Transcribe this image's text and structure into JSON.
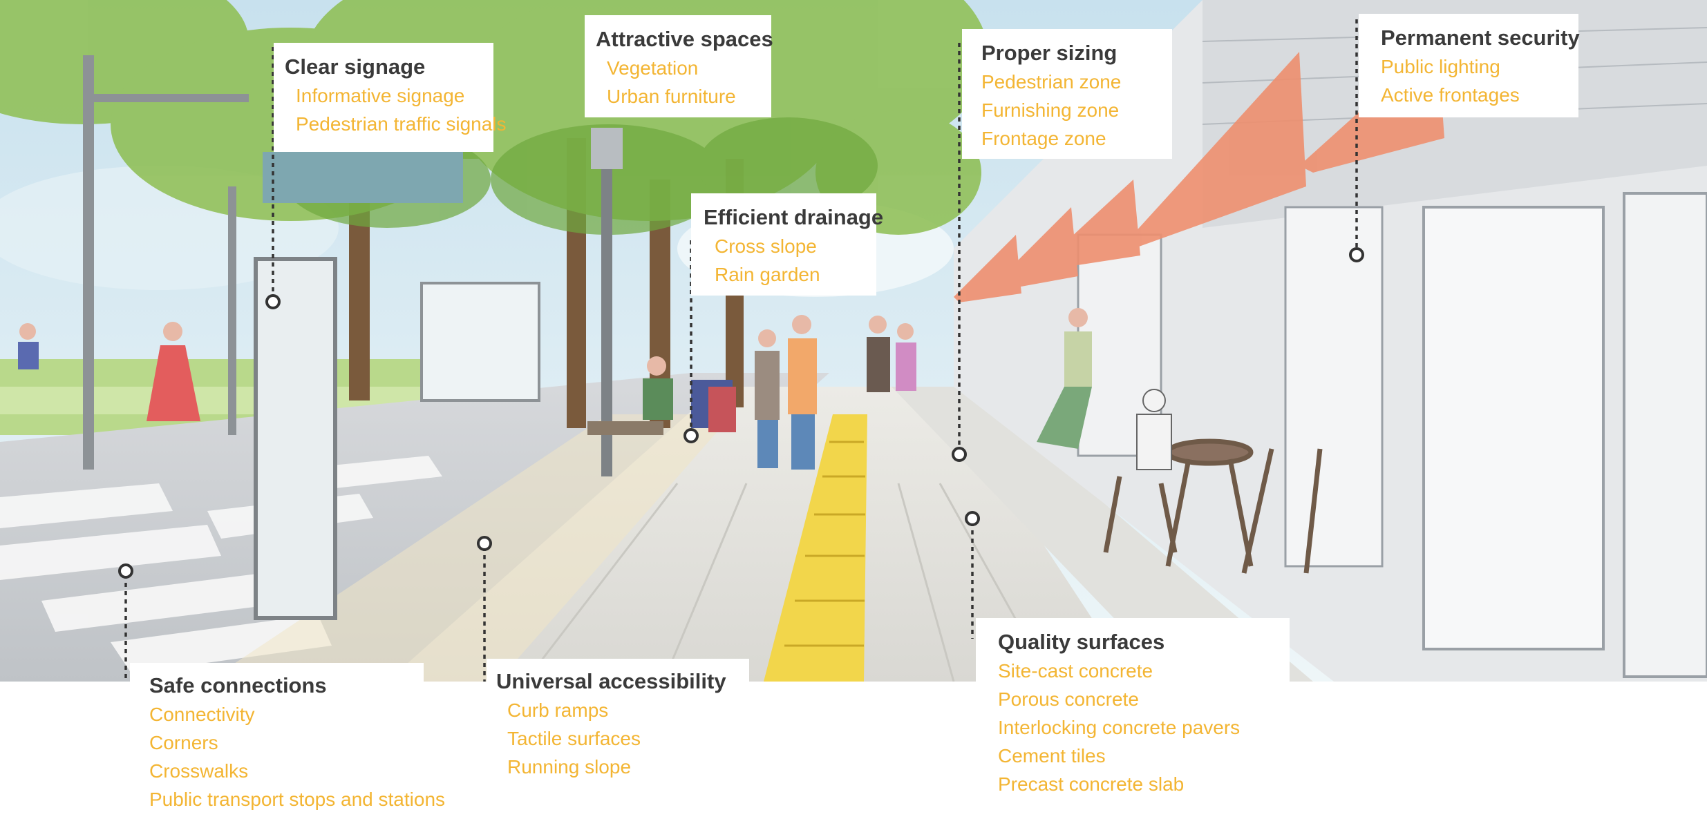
{
  "callouts": [
    {
      "id": "clear-signage",
      "title": "Clear signage",
      "items": [
        "Informative signage",
        "Pedestrian traffic signals"
      ]
    },
    {
      "id": "attractive-spaces",
      "title": "Attractive spaces",
      "items": [
        "Vegetation",
        "Urban furniture"
      ]
    },
    {
      "id": "proper-sizing",
      "title": "Proper sizing",
      "items": [
        "Pedestrian zone",
        "Furnishing zone",
        "Frontage zone"
      ]
    },
    {
      "id": "permanent-security",
      "title": "Permanent security",
      "items": [
        "Public lighting",
        "Active frontages"
      ]
    },
    {
      "id": "efficient-drainage",
      "title": "Efficient drainage",
      "items": [
        "Cross slope",
        "Rain garden"
      ]
    },
    {
      "id": "safe-connections",
      "title": "Safe connections",
      "items": [
        "Connectivity",
        "Corners",
        "Crosswalks",
        "Public transport stops and stations"
      ]
    },
    {
      "id": "universal-accessibility",
      "title": "Universal accessibility",
      "items": [
        "Curb ramps",
        "Tactile surfaces",
        "Running slope"
      ]
    },
    {
      "id": "quality-surfaces",
      "title": "Quality surfaces",
      "items": [
        "Site-cast concrete",
        "Porous concrete",
        "Interlocking concrete pavers",
        "Cement tiles",
        "Precast concrete slab"
      ]
    }
  ],
  "colors": {
    "title": "#3a3a3a",
    "item": "#f3b533",
    "leader": "#333333",
    "sky": "#cfe5ef",
    "foliage": "#8fbf55",
    "awning": "#ee8f6f",
    "tactile": "#f2d64b"
  },
  "icons": [
    "pedestrian-street-illustration",
    "leader-dot-icon"
  ]
}
